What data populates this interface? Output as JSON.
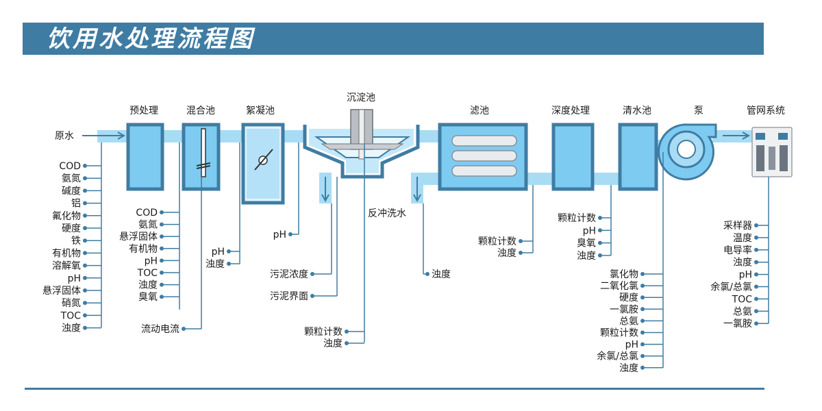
{
  "title": "饮用水处理流程图",
  "colors": {
    "title_bar": "#3f7ca3",
    "line": "#3f7ca3",
    "pipe": "#a8dcf5",
    "tank_fill": "#7ecbf2",
    "tank_border": "#3f7ca3"
  },
  "stages": {
    "raw_water": "原水",
    "pretreatment": "预处理",
    "mixing_tank": "混合池",
    "flocculation_tank": "絮凝池",
    "sedimentation_tank": "沉淀池",
    "filter": "滤池",
    "advanced_treatment": "深度处理",
    "clear_water_tank": "清水池",
    "pump": "泵",
    "pipe_network": "管网系统",
    "backwash": "反冲洗水"
  },
  "params": {
    "raw_water": [
      "COD",
      "氨氮",
      "碱度",
      "铝",
      "氟化物",
      "硬度",
      "铁",
      "有机物",
      "溶解氧",
      "pH",
      "悬浮固体",
      "硝氮",
      "TOC",
      "浊度"
    ],
    "pretreatment": [
      "COD",
      "氨氮",
      "悬浮固体",
      "有机物",
      "pH",
      "TOC",
      "浊度",
      "臭氧"
    ],
    "mixing": [
      "流动电流"
    ],
    "flocculation": [
      "pH",
      "浊度"
    ],
    "sedimentation_ph": [
      "pH"
    ],
    "sludge": [
      "污泥浓度",
      "污泥界面"
    ],
    "sedimentation_out": [
      "颗粒计数",
      "浊度"
    ],
    "backwash": [
      "浊度"
    ],
    "filter": [
      "颗粒计数",
      "浊度"
    ],
    "advanced": [
      "颗粒计数",
      "pH",
      "臭氧",
      "浊度"
    ],
    "clear_water": [
      "氯化物",
      "二氧化氯",
      "硬度",
      "一氯胺",
      "总氨",
      "颗粒计数",
      "pH",
      "余氯/总氯",
      "浊度"
    ],
    "network": [
      "采样器",
      "温度",
      "电导率",
      "浊度",
      "pH",
      "余氯/总氯",
      "TOC",
      "总氨",
      "一氯胺"
    ]
  }
}
